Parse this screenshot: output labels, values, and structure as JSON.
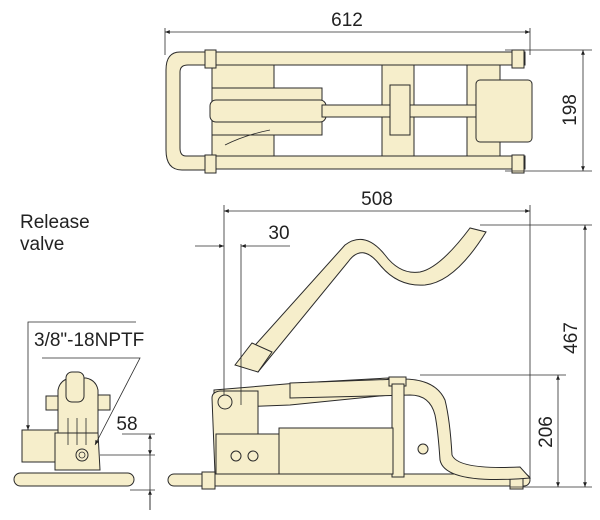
{
  "labels": {
    "release_valve_line1": "Release",
    "release_valve_line2": "valve",
    "thread": "3/8\"-18NPTF"
  },
  "dimensions": {
    "top_length": "612",
    "top_width": "198",
    "side_length": "508",
    "offset": "30",
    "total_height": "467",
    "pedal_height": "206",
    "port_height": "58"
  },
  "colors": {
    "body_fill": "#f6eecb",
    "line": "#2a2a2a"
  }
}
